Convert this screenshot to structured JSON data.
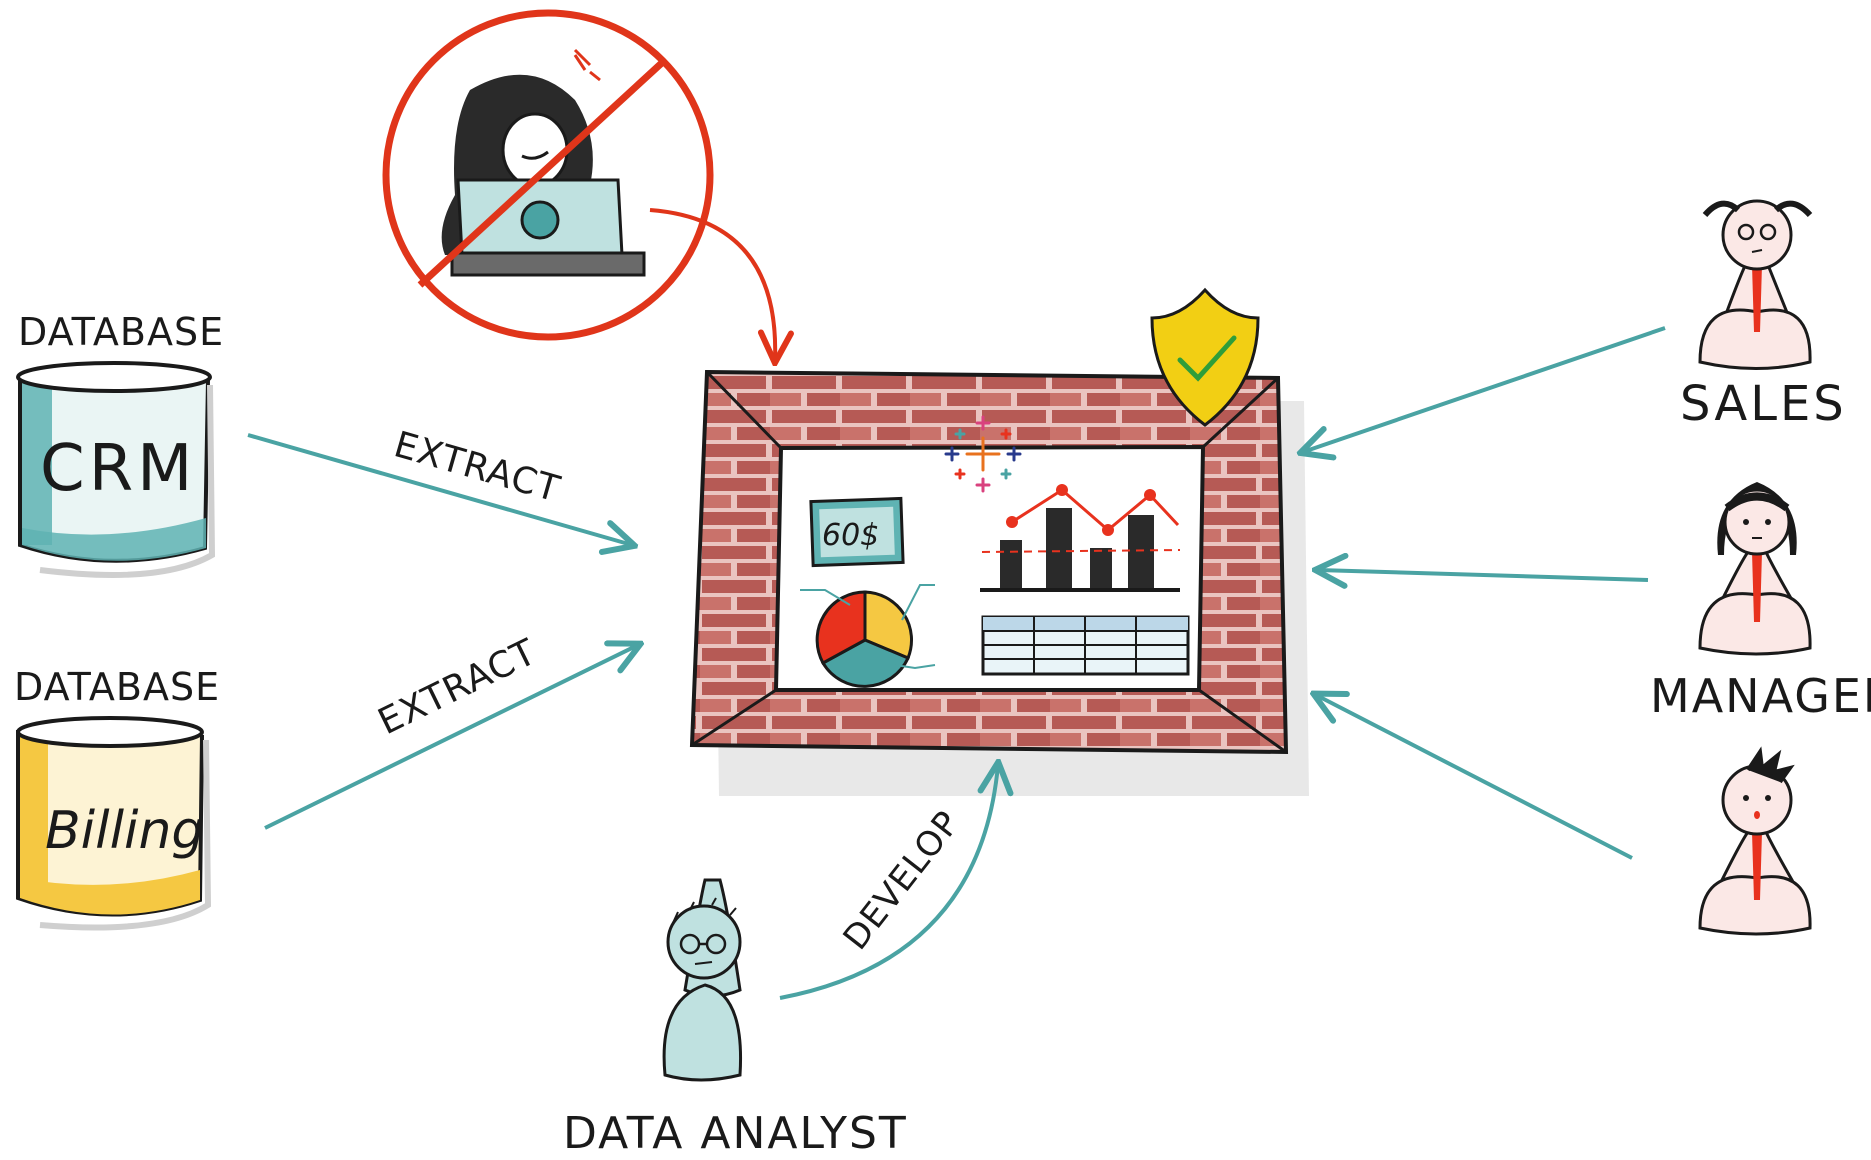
{
  "databases": [
    {
      "heading": "DATABASE",
      "name": "CRM",
      "accent": "#5fb3b3"
    },
    {
      "heading": "DATABASE",
      "name": "Billing",
      "accent": "#f5c842"
    }
  ],
  "flows": {
    "extract_top": "EXTRACT",
    "extract_bottom": "EXTRACT",
    "develop": "DEVELOP"
  },
  "roles": {
    "analyst": "DATA ANALYST",
    "sales": "SALES",
    "manager": "MANAGER"
  },
  "dashboard": {
    "kpi": "60$"
  },
  "icons": {
    "hacker": "hacker-at-laptop-icon",
    "blocked": "prohibited-sign-icon",
    "shield": "security-shield-check-icon",
    "logo": "tableau-logo-icon"
  },
  "colors": {
    "arrow": "#4aa3a3",
    "forbidden": "#e0351a",
    "brick": "#b65a55",
    "shield": "#f2cf14",
    "tie": "#e8321e"
  }
}
